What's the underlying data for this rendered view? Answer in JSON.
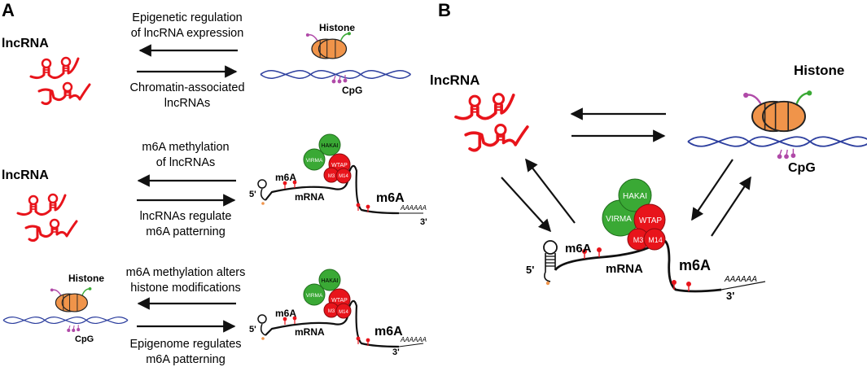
{
  "panels": {
    "a": "A",
    "b": "B"
  },
  "panel_a": {
    "row1": {
      "rna_label": "lncRNA",
      "top_text": [
        "Epigenetic regulation",
        "of lncRNA expression"
      ],
      "bottom_text": [
        "Chromatin-associated",
        "lncRNAs"
      ],
      "histone_label": "Histone",
      "cpg_label": "CpG"
    },
    "row2": {
      "rna_label": "lncRNA",
      "top_text": [
        "m6A methylation",
        "of lncRNAs"
      ],
      "bottom_text": [
        "lncRNAs regulate",
        "m6A patterning"
      ],
      "m6a_small": "m6A",
      "m6a_large": "m6A",
      "mrna_label": "mRNA",
      "five_prime": "5'",
      "three_prime": "3'",
      "polya": "AAAAAA",
      "complex": {
        "hakai": "HAKAI",
        "virma": "VIRMA",
        "wtap": "WTAP",
        "m3": "M3",
        "m14": "M14"
      }
    },
    "row3": {
      "top_text": [
        "m6A methylation alters",
        "histone modifications"
      ],
      "bottom_text": [
        "Epigenome regulates",
        "m6A patterning"
      ],
      "histone_label": "Histone",
      "cpg_label": "CpG",
      "m6a_small": "m6A",
      "m6a_large": "m6A",
      "mrna_label": "mRNA",
      "five_prime": "5'",
      "three_prime": "3'",
      "polya": "AAAAAA",
      "complex": {
        "hakai": "HAKAI",
        "virma": "VIRMA",
        "wtap": "WTAP",
        "m3": "M3",
        "m14": "M14"
      }
    }
  },
  "panel_b": {
    "rna_label": "lncRNA",
    "histone_label": "Histone",
    "cpg_label": "CpG",
    "m6a_small": "m6A",
    "m6a_large": "m6A",
    "mrna_label": "mRNA",
    "five_prime": "5'",
    "three_prime": "3'",
    "polya": "AAAAAA",
    "complex": {
      "hakai": "HAKAI",
      "virma": "VIRMA",
      "wtap": "WTAP",
      "m3": "M3",
      "m14": "M14"
    }
  },
  "colors": {
    "lncrna": "#e8141b",
    "dna": "#2c3e9e",
    "histone": "#f0944a",
    "green": "#3aa935",
    "red": "#e8141b",
    "cpg": "#b04aa8",
    "black": "#111111"
  }
}
